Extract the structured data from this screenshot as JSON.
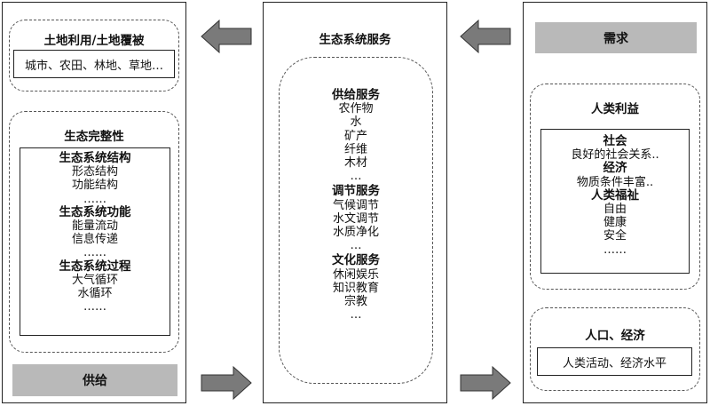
{
  "supply_panel": {
    "land": {
      "title": "土地利用/土地覆被",
      "examples": "城市、农田、林地、草地…"
    },
    "integrity": {
      "title": "生态完整性",
      "groups": [
        {
          "head": "生态系统结构",
          "items": [
            "形态结构",
            "功能结构",
            "……"
          ]
        },
        {
          "head": "生态系统功能",
          "items": [
            "能量流动",
            "信息传递",
            "……"
          ]
        },
        {
          "head": "生态系统过程",
          "items": [
            "大气循环",
            "水循环",
            "……"
          ]
        }
      ]
    },
    "footer": "供给"
  },
  "services_panel": {
    "title": "生态系统服务",
    "groups": [
      {
        "head": "供给服务",
        "items": [
          "农作物",
          "水",
          "矿产",
          "纤维",
          "木材",
          "…"
        ]
      },
      {
        "head": "调节服务",
        "items": [
          "气候调节",
          "水文调节",
          "水质净化",
          "…"
        ]
      },
      {
        "head": "文化服务",
        "items": [
          "休闲娱乐",
          "知识教育",
          "宗教",
          "…"
        ]
      }
    ]
  },
  "demand_panel": {
    "header": "需求",
    "benefits": {
      "title": "人类利益",
      "groups": [
        {
          "head": "社会",
          "items": [
            "良好的社会关系.."
          ]
        },
        {
          "head": "经济",
          "items": [
            "物质条件丰富.."
          ]
        },
        {
          "head": "人类福祉",
          "items": [
            "自由",
            "健康",
            "安全",
            "……"
          ]
        }
      ]
    },
    "population": {
      "title": "人口、经济",
      "box": "人类活动、经济水平"
    }
  },
  "colors": {
    "arrow_fill": "#7a7a7a",
    "bar_fill": "#b9b9b9",
    "border": "#222222"
  }
}
